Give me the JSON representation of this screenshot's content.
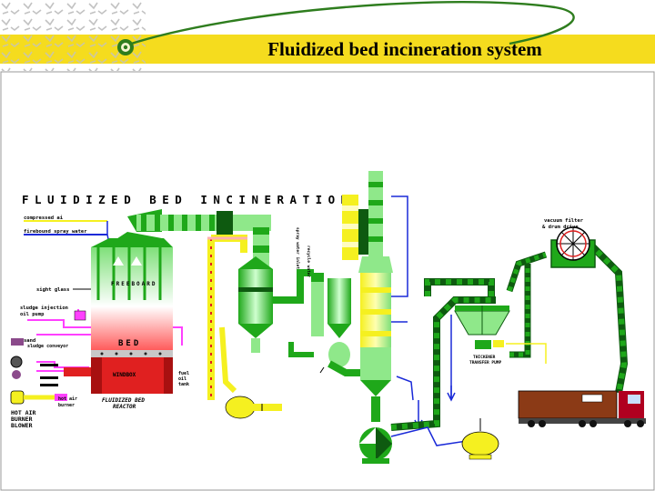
{
  "slide": {
    "title": "Fluidized bed incineration system"
  },
  "diagram": {
    "heading": "FLUIDIZED BED INCINERATION",
    "labels": {
      "compressed_air": "compressed ai",
      "forced_spray_water": "firebound spray water",
      "freeboard": "FREEBOARD",
      "sight_glass": "sight glass",
      "sludge_pump": "sludge injection\noil pump",
      "sand": "sand",
      "bed": "BED",
      "windbox": "WINDBOX",
      "reactor": "FLUIDIZED BED\nREACTOR",
      "hot_air_burner": "HOT AIR\nBURNER\nBLOWER",
      "vacuum_filter": "vacuum filter\n& drum drive",
      "thickener": "THICKENER\nTRANSFER PUMP"
    },
    "colors": {
      "banner_yellow": "#f5dc1e",
      "banner_line": "#2e7d1e",
      "pipe_green": "#1fa81a",
      "pipe_dark": "#0e5a10",
      "light_green": "#8fe88a",
      "furnace_red": "#e02020",
      "pink": "#ff40ff",
      "blue": "#1a2ad8",
      "yellow": "#f5f020",
      "truck_brown": "#8b3a16"
    }
  }
}
